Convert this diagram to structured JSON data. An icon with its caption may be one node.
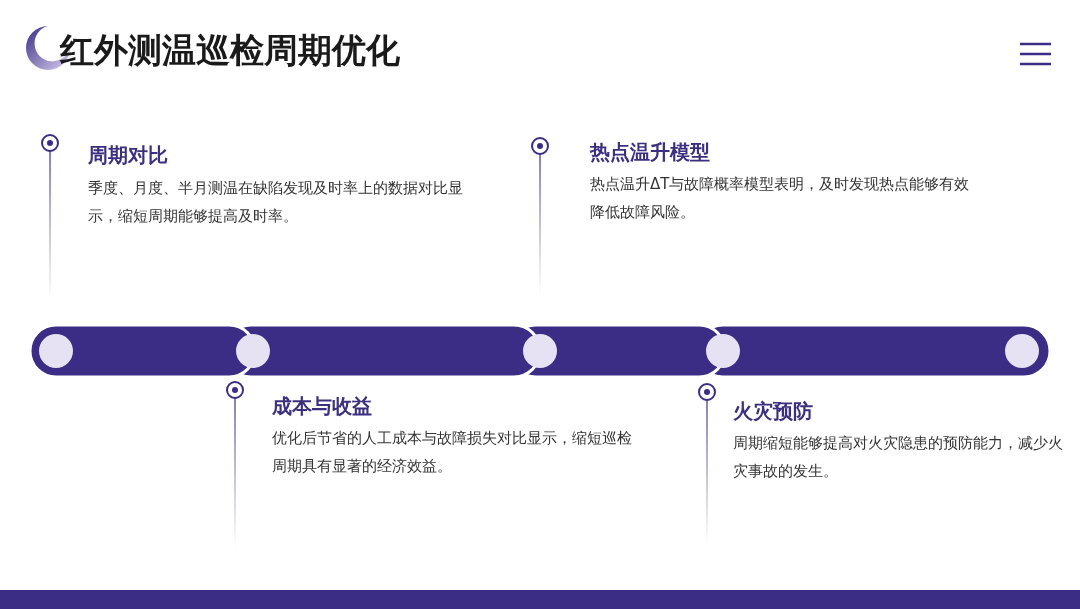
{
  "diagram": {
    "title": "红外测温巡检周期优化",
    "labels": [
      "周期对比",
      "季度、月度、半月测温在缺陷发现及时率上的数据对比显示，缩短周期能够提高及时率。",
      "热点温升模型",
      "热点温升ΔT与故障概率模型表明，及时发现热点能够有效降低故障风险。",
      "成本与收益",
      "优化后节省的人工成本与故障损失对比显示，缩短巡检周期具有显著的经济效益。",
      "火灾预防",
      "周期缩短能够提高对火灾隐患的预防能力，减少火灾事故的发生。"
    ]
  }
}
